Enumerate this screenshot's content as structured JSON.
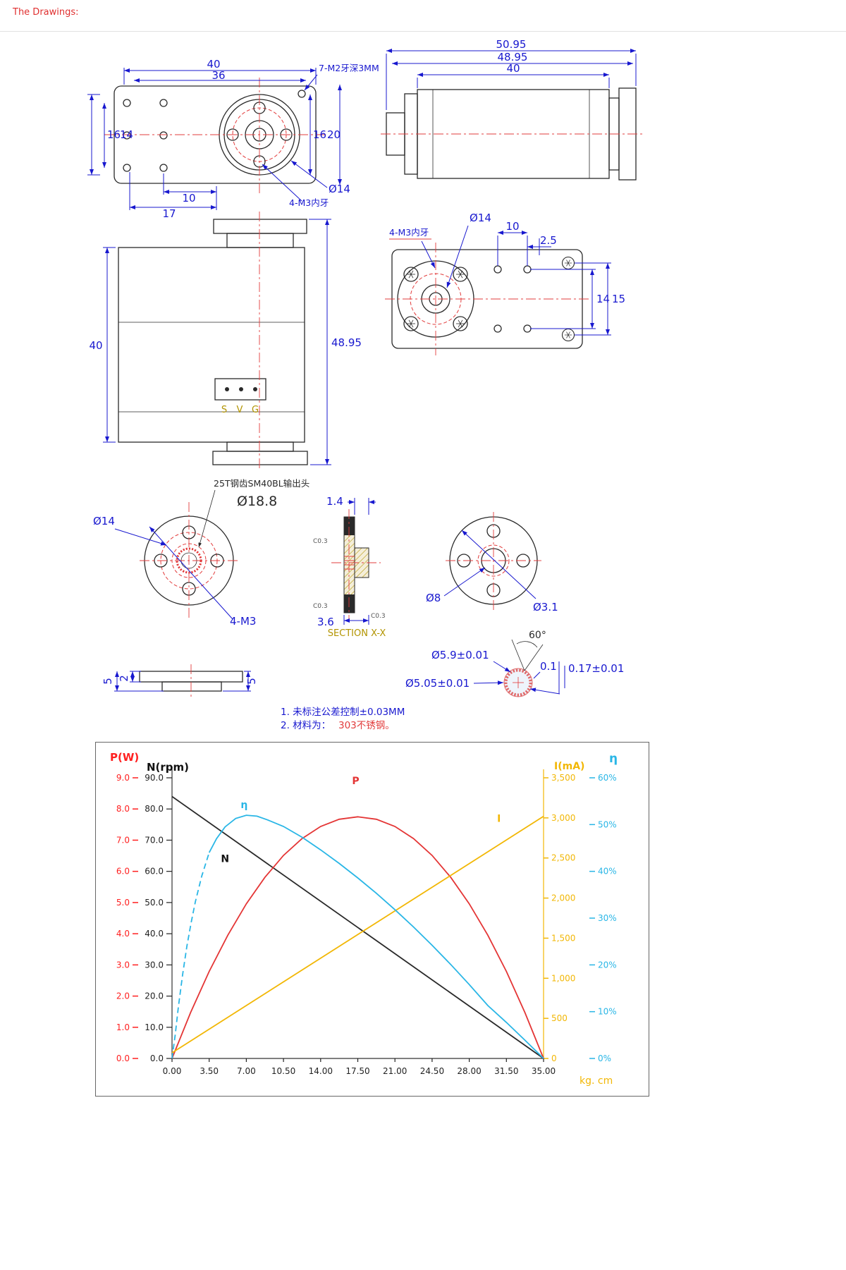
{
  "header": {
    "title": "The Drawings:"
  },
  "drawings": {
    "top_view": {
      "dim_width": "40",
      "dim_width_inner": "36",
      "dim_h16": "16",
      "dim_h14": "14",
      "dim_r16": "16",
      "dim_r20": "20",
      "dim_b10": "10",
      "dim_b17": "17",
      "label_7m2": "7-M2牙深3MM",
      "label_d14": "Ø14",
      "label_4m3": "4-M3内牙"
    },
    "side_view": {
      "dim_total": "50.95",
      "dim_inner": "48.95",
      "dim_body": "40"
    },
    "front_view": {
      "dim_height": "40",
      "dim_total": "48.95",
      "pin_s": "S",
      "pin_v": "V",
      "pin_g": "G"
    },
    "bottom_view": {
      "label_d14": "Ø14",
      "label_4m3": "4-M3内牙",
      "dim_10": "10",
      "dim_25": "2.5",
      "dim_14": "14",
      "dim_15": "15"
    },
    "output_face": {
      "label_25t": "25T钢齿SM40BL输出头",
      "dim_d188": "Ø18.8",
      "dim_d14": "Ø14",
      "label_4m3": "4-M3"
    },
    "section_view": {
      "dim_14": "1.4",
      "dim_36": "3.6",
      "chamfer_a": "C0.3",
      "chamfer_b": "C0.3",
      "chamfer_c": "C0.3",
      "title": "SECTION X-X"
    },
    "back_face": {
      "dim_d8": "Ø8",
      "dim_d31": "Ø3.1"
    },
    "plate_view": {
      "dim_2": "2",
      "dim_5_left": "5",
      "dim_5_right": "5"
    },
    "gear_detail": {
      "dim_d59": "Ø5.9±0.01",
      "dim_d505": "Ø5.05±0.01",
      "angle": "60°",
      "dim_01": "0.1",
      "dim_017": "0.17±0.01"
    },
    "notes": {
      "line1": "1. 未标注公差控制±0.03MM",
      "line2_prefix": "2. 材料为：",
      "line2_material": "303不锈钢。"
    }
  },
  "chart_data": {
    "type": "line",
    "x_axis": {
      "label": "kg. cm",
      "min": 0,
      "max": 35,
      "ticks": [
        "0.00",
        "3.50",
        "7.00",
        "10.50",
        "14.00",
        "17.50",
        "21.00",
        "24.50",
        "28.00",
        "31.50",
        "35.00"
      ]
    },
    "axes": {
      "P": {
        "label": "P(W)",
        "color": "#ff2020",
        "min": 0,
        "max": 9,
        "ticks": [
          "0.0",
          "1.0",
          "2.0",
          "3.0",
          "4.0",
          "5.0",
          "6.0",
          "7.0",
          "8.0",
          "9.0"
        ]
      },
      "N": {
        "label": "N(rpm)",
        "color": "#111111",
        "min": 0,
        "max": 90,
        "ticks": [
          "0.0",
          "10.0",
          "20.0",
          "30.0",
          "40.0",
          "50.0",
          "60.0",
          "70.0",
          "80.0",
          "90.0"
        ]
      },
      "I": {
        "label": "I(mA)",
        "color": "#f2b705",
        "min": 0,
        "max": 3500,
        "ticks": [
          "0",
          "500",
          "1,000",
          "1,500",
          "2,000",
          "2,500",
          "3,000",
          "3,500"
        ]
      },
      "eta": {
        "label": "η",
        "color": "#29b6e6",
        "min": 0,
        "max": 60,
        "ticks": [
          "0%",
          "10%",
          "20%",
          "30%",
          "40%",
          "50%",
          "60%"
        ]
      }
    },
    "series": [
      {
        "name": "N",
        "axis": "N",
        "color": "#2a2a2a",
        "points": [
          [
            0,
            84
          ],
          [
            35,
            0
          ]
        ]
      },
      {
        "name": "P",
        "axis": "P",
        "color": "#e43535",
        "points": [
          [
            0,
            0
          ],
          [
            1.75,
            1.47
          ],
          [
            3.5,
            2.79
          ],
          [
            5.25,
            3.95
          ],
          [
            7,
            4.96
          ],
          [
            8.75,
            5.81
          ],
          [
            10.5,
            6.51
          ],
          [
            12.25,
            7.05
          ],
          [
            14,
            7.44
          ],
          [
            15.75,
            7.67
          ],
          [
            17.5,
            7.75
          ],
          [
            19.25,
            7.67
          ],
          [
            21,
            7.44
          ],
          [
            22.75,
            7.05
          ],
          [
            24.5,
            6.51
          ],
          [
            26.25,
            5.81
          ],
          [
            28,
            4.96
          ],
          [
            29.75,
            3.95
          ],
          [
            31.5,
            2.79
          ],
          [
            33.25,
            1.47
          ],
          [
            35,
            0
          ]
        ]
      },
      {
        "name": "I",
        "axis": "I",
        "color": "#f2b705",
        "points": [
          [
            0,
            70
          ],
          [
            35,
            3020
          ]
        ]
      },
      {
        "name": "η",
        "axis": "eta",
        "color": "#29b6e6",
        "dash_until_x": 2.8,
        "points": [
          [
            0,
            0
          ],
          [
            0.3,
            5
          ],
          [
            0.6,
            11
          ],
          [
            1,
            18
          ],
          [
            1.4,
            24
          ],
          [
            1.8,
            29
          ],
          [
            2.2,
            33.5
          ],
          [
            2.8,
            39
          ],
          [
            3.5,
            44
          ],
          [
            4.2,
            47
          ],
          [
            5,
            49.5
          ],
          [
            6,
            51.3
          ],
          [
            7,
            52
          ],
          [
            8,
            51.8
          ],
          [
            9,
            51
          ],
          [
            10.5,
            49.6
          ],
          [
            12.25,
            47.3
          ],
          [
            14,
            44.6
          ],
          [
            15.75,
            41.7
          ],
          [
            17.5,
            38.6
          ],
          [
            19.25,
            35.3
          ],
          [
            21,
            31.8
          ],
          [
            22.75,
            28.1
          ],
          [
            24.5,
            24.2
          ],
          [
            26.25,
            20.1
          ],
          [
            28,
            15.8
          ],
          [
            29.75,
            11.3
          ],
          [
            31.5,
            7.7
          ],
          [
            33.25,
            3.9
          ],
          [
            35,
            0
          ]
        ]
      }
    ],
    "curve_labels": [
      {
        "text": "P",
        "axis": "P",
        "x": 17.3,
        "y": 8.8,
        "color": "#e43535"
      },
      {
        "text": "N",
        "axis": "N",
        "x": 5.0,
        "y": 63,
        "color": "#111111"
      },
      {
        "text": "I",
        "axis": "I",
        "x": 30.8,
        "y": 2950,
        "color": "#f2b705"
      },
      {
        "text": "η",
        "axis": "eta",
        "x": 6.8,
        "y": 53.5,
        "color": "#29b6e6"
      }
    ],
    "legend_position": "none",
    "grid": false
  }
}
